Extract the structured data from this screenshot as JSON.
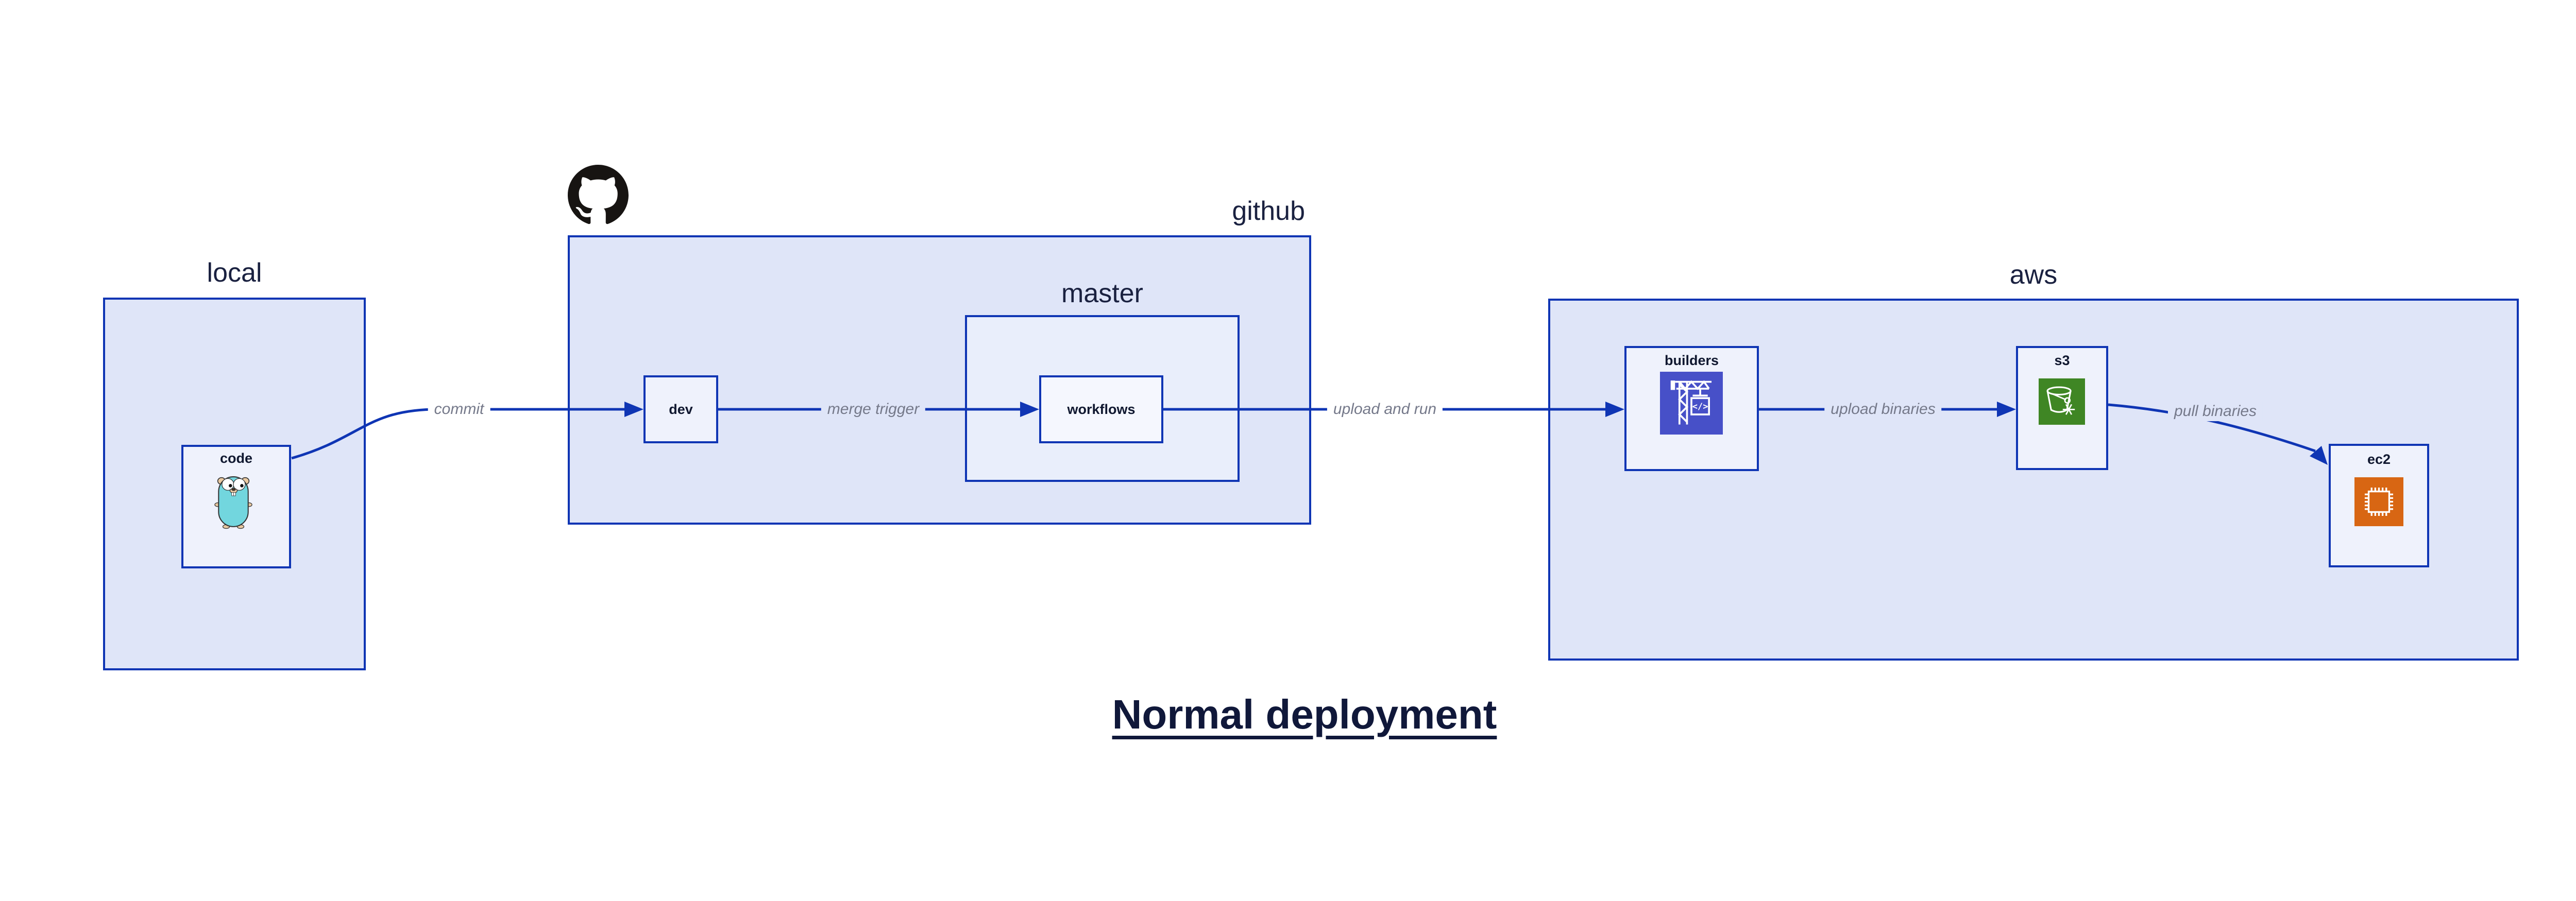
{
  "diagram": {
    "title": "Normal deployment",
    "groups": {
      "local": {
        "label": "local"
      },
      "github": {
        "label": "github",
        "logo_icon": "github-octocat-icon"
      },
      "master": {
        "label": "master"
      },
      "aws": {
        "label": "aws"
      }
    },
    "nodes": {
      "code": {
        "label": "code",
        "icon": "go-gopher-icon"
      },
      "dev": {
        "label": "dev"
      },
      "workflows": {
        "label": "workflows"
      },
      "builders": {
        "label": "builders",
        "icon": "aws-codebuild-icon"
      },
      "s3": {
        "label": "s3",
        "icon": "aws-s3-glacier-bucket-icon"
      },
      "ec2": {
        "label": "ec2",
        "icon": "aws-ec2-chip-icon"
      }
    },
    "edges": [
      {
        "from": "code",
        "to": "dev",
        "label": "commit"
      },
      {
        "from": "dev",
        "to": "workflows",
        "label": "merge trigger"
      },
      {
        "from": "workflows",
        "to": "builders",
        "label": "upload and run"
      },
      {
        "from": "builders",
        "to": "s3",
        "label": "upload binaries"
      },
      {
        "from": "s3",
        "to": "ec2",
        "label": "pull binaries"
      }
    ],
    "colors": {
      "accent_blue": "#0f35b4",
      "group_fill": "#dfe5f8",
      "master_fill": "#e9eefb",
      "node_fill": "#eff2fc",
      "edge_label_gray": "#75798a",
      "text_ink": "#121a38",
      "gopher_teal": "#72d6de",
      "codebuild_indigo": "#4750c8",
      "s3_green": "#3f8624",
      "ec2_orange": "#d86613",
      "octocat_black": "#171412"
    }
  }
}
